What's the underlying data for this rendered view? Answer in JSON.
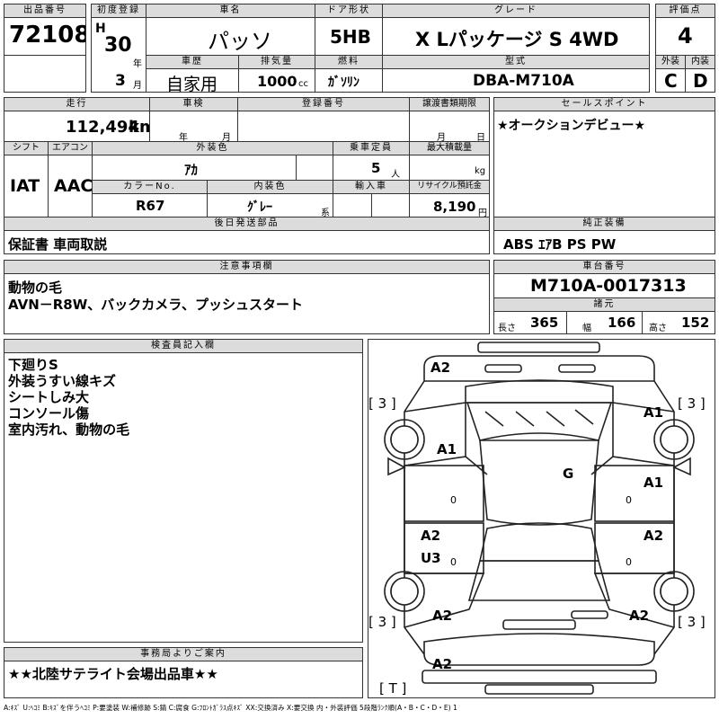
{
  "lot": {
    "label": "出品番号",
    "value": "72108"
  },
  "first_reg": {
    "label": "初度登録",
    "era": "H",
    "year": "30",
    "year_unit": "年",
    "month": "3",
    "month_unit": "月"
  },
  "car_name": {
    "label": "車名",
    "value": "パッソ"
  },
  "door": {
    "label": "ドア形状",
    "value": "5HB"
  },
  "grade": {
    "label": "グレード",
    "value": "X Lパッケージ S 4WD"
  },
  "score": {
    "label": "評価点",
    "value": "4"
  },
  "history": {
    "label": "車歴",
    "value": "自家用"
  },
  "displacement": {
    "label": "排気量",
    "value": "1000",
    "unit": "cc"
  },
  "fuel": {
    "label": "燃料",
    "value": "ｶﾞｿﾘﾝ"
  },
  "model": {
    "label": "型式",
    "value": "DBA-M710A"
  },
  "ext_grade": {
    "label": "外装",
    "value": "C"
  },
  "int_grade": {
    "label": "内装",
    "value": "D"
  },
  "mileage": {
    "label": "走行",
    "value": "112,494",
    "unit": "km"
  },
  "inspection": {
    "label": "車検",
    "year_unit": "年",
    "month_unit": "月"
  },
  "reg_no": {
    "label": "登録番号"
  },
  "transfer": {
    "label": "譲渡書類期限",
    "month_unit": "月",
    "day_unit": "日"
  },
  "sales_point": {
    "label": "セールスポイント",
    "text": "★オークションデビュー★"
  },
  "shift": {
    "label": "シフト",
    "value": "IAT"
  },
  "aircon": {
    "label": "エアコン",
    "value": "AAC"
  },
  "ext_color": {
    "label": "外装色",
    "value": "ｱｶ"
  },
  "capacity": {
    "label": "乗車定員",
    "value": "5",
    "unit": "人"
  },
  "max_load": {
    "label": "最大積載量",
    "unit": "kg"
  },
  "color_no": {
    "label": "カラーNo.",
    "value": "R67"
  },
  "int_color": {
    "label": "内装色",
    "value": "ｸﾞﾚｰ",
    "unit": "系"
  },
  "import": {
    "label": "輸入車"
  },
  "recycle": {
    "label": "リサイクル預託金",
    "value": "8,190",
    "unit": "円"
  },
  "later_parts": {
    "label": "後日発送部品",
    "text": "保証書 車両取説"
  },
  "genuine": {
    "label": "純正装備",
    "text": "ABS ｴｱB PS PW"
  },
  "notes": {
    "label": "注意事項欄",
    "lines": [
      "動物の毛",
      "AVN－R8W、バックカメラ、プッシュスタート"
    ]
  },
  "chassis": {
    "label": "車台番号",
    "value": "M710A-0017313"
  },
  "dims": {
    "label": "諸元",
    "length_label": "長さ",
    "length": "365",
    "width_label": "幅",
    "width": "166",
    "height_label": "高さ",
    "height": "152"
  },
  "inspector": {
    "label": "検査員記入欄",
    "lines": [
      "下廻りS",
      "外装うすい線キズ",
      "シートしみ大",
      "コンソール傷",
      "室内汚れ、動物の毛"
    ]
  },
  "office": {
    "label": "事務局よりご案内",
    "text": "★★北陸サテライト会場出品車★★"
  },
  "legend": "A:ｷｽﾞ U:ﾍｺﾐ B:ｷｽﾞを伴うﾍｺﾐ P:要塗装 W:補修跡 S:錆 C:腐食 G:ﾌﾛﾝﾄｶﾞﾗｽ点ｷｽﾞ XX:交換済み X:要交換 内・外装評価 5段階ﾗﾝｸ順(A・B・C・D・E) 1",
  "diagram": {
    "marks": {
      "front_bumper": "A2",
      "tire_fl": "[ 3 ]",
      "tire_fr": "[ 3 ]",
      "fender_l_front": "A1",
      "fender_r_front": "A1",
      "roof": "G",
      "door_fr": "A1",
      "door_fr_sub": "0",
      "door_fl_sub": "0",
      "door_rl": "A2",
      "door_rl_2": "U3",
      "door_rl_sub": "0",
      "door_rr": "A2",
      "door_rr_sub": "0",
      "tire_rl": "[ 3 ]",
      "tire_rr": "[ 3 ]",
      "quarter_rl": "A2",
      "quarter_rr": "A2",
      "rear_bumper": "A2",
      "spare": "[ T ]"
    }
  }
}
